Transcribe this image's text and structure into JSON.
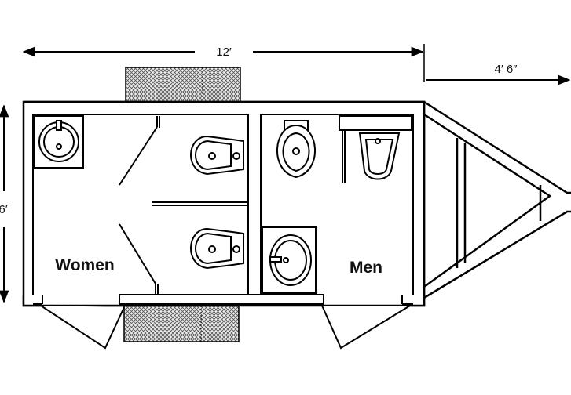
{
  "dimensions": {
    "length": "12′",
    "tongue": "4′ 6″",
    "width": "6′"
  },
  "rooms": {
    "women": "Women",
    "men": "Men"
  },
  "colors": {
    "line": "#000000",
    "background": "#ffffff",
    "step_fill": "#d8d8d8"
  }
}
